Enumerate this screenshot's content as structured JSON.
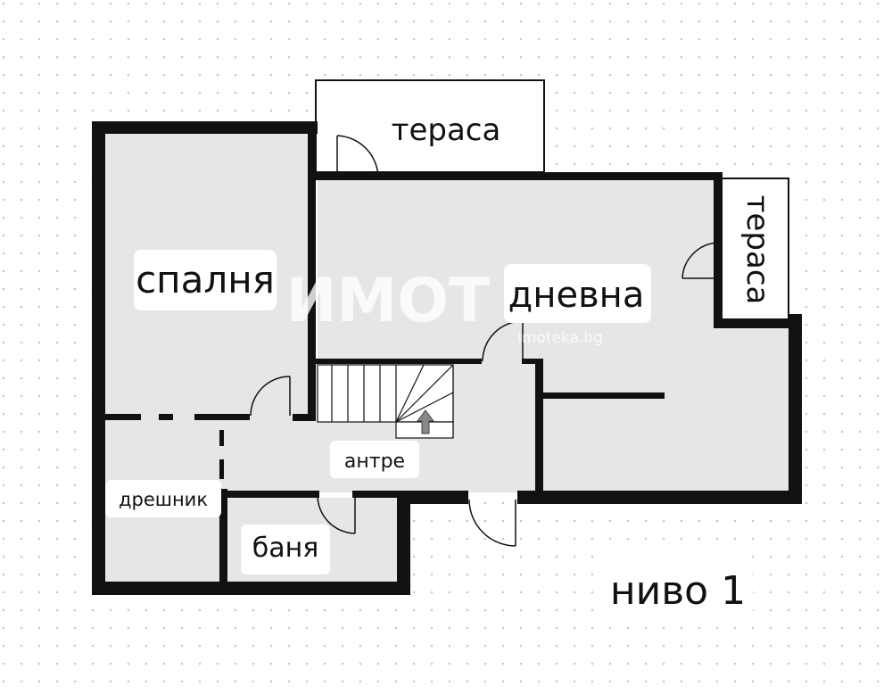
{
  "colors": {
    "background": "#ffffff",
    "dot_grid": "#b9cde0",
    "wall": "#111111",
    "floor": "#e6e6e6",
    "terrace_floor": "#ffffff",
    "label_bg": "#ffffff",
    "watermark": "#ffffff",
    "stair_arrow": "#888888"
  },
  "watermark": {
    "logo": "ИМОТ",
    "site": "imoteka.bg"
  },
  "rooms": {
    "terrace_top": "тераса",
    "terrace_right": "тераса",
    "bedroom": "спалня",
    "living_room": "дневна",
    "hallway": "антре",
    "dressing_room": "дрешник",
    "bathroom": "баня"
  },
  "level_label": "ниво 1",
  "stairs": {
    "direction": "up",
    "arrow_icon": "arrow-up-icon"
  }
}
